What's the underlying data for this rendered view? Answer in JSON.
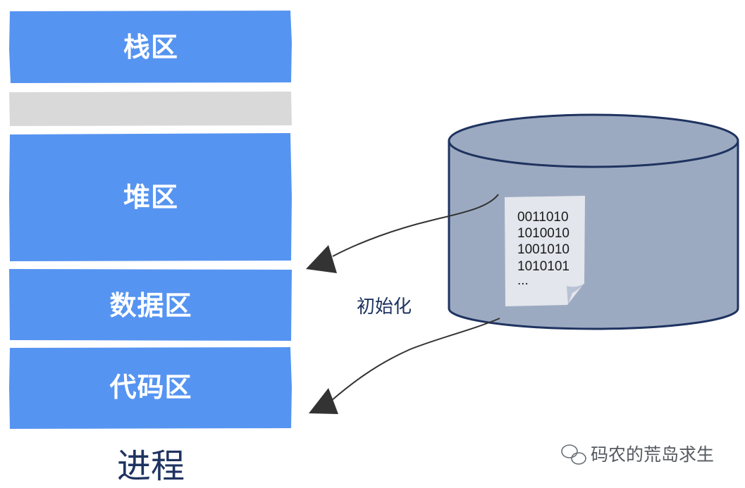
{
  "process": {
    "label": "进程",
    "segments": [
      {
        "label": "栈区",
        "color": "#5694f1"
      },
      {
        "label": "",
        "color": "#d9d9d9"
      },
      {
        "label": "堆区",
        "color": "#5694f1"
      },
      {
        "label": "数据区",
        "color": "#5694f1"
      },
      {
        "label": "代码区",
        "color": "#5694f1"
      }
    ]
  },
  "disk": {
    "body_color": "#9caac1",
    "outline_color": "#1f3360",
    "file_lines": [
      "0011010",
      "1010010",
      "1001010",
      "1010101",
      "..."
    ]
  },
  "arrows": {
    "label": "初始化",
    "color": "#333333"
  },
  "watermark": {
    "text": "码农的荒岛求生"
  }
}
